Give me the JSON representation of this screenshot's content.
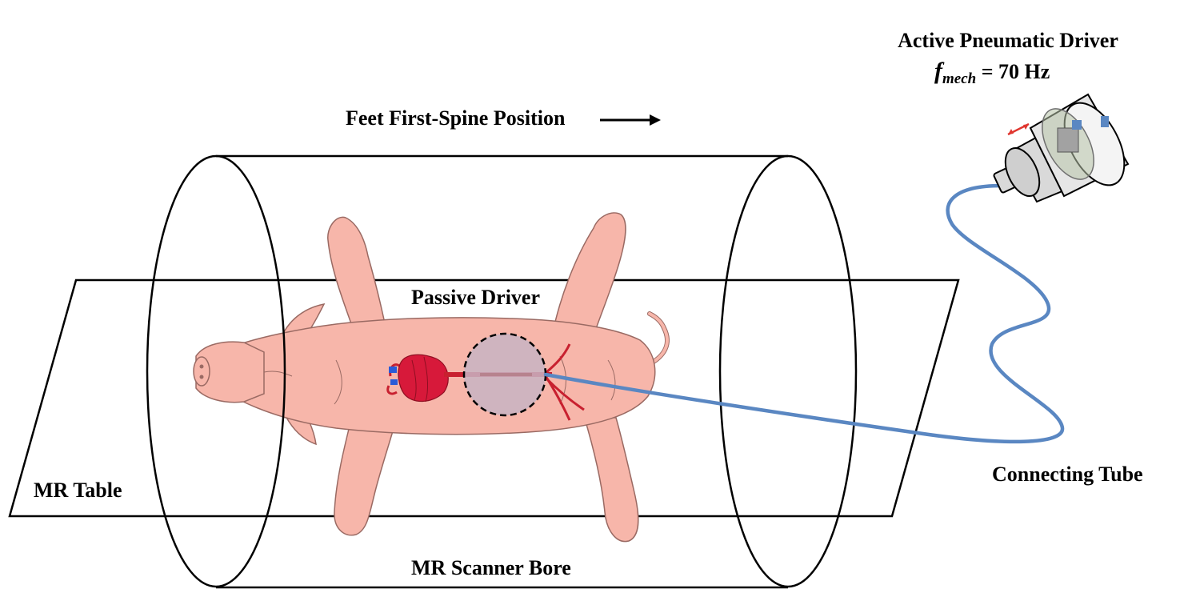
{
  "labels": {
    "direction": "Feet First-Spine Position",
    "active_driver": "Active Pneumatic Driver",
    "freq_symbol": "f",
    "freq_subscript": "mech",
    "freq_value": " = 70 Hz",
    "passive_driver": "Passive Driver",
    "mr_table": "MR Table",
    "connecting_tube": "Connecting Tube",
    "scanner_bore": "MR Scanner Bore"
  },
  "colors": {
    "outline": "#000000",
    "pig_skin": "#f7b6aa",
    "pig_outline": "#9a6a63",
    "heart": "#d7193a",
    "vessel_blue": "#2a5bd7",
    "aorta": "#c8202f",
    "passive_driver_fill": "#c8b4c3",
    "tube": "#5a87c2",
    "driver_body": "#d9d9d9",
    "arrow_red": "#e0362f"
  }
}
